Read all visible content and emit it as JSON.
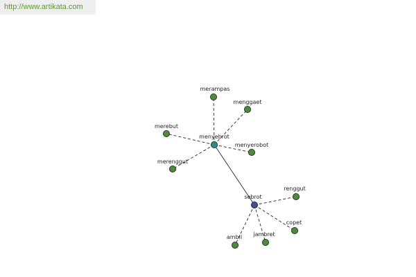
{
  "site": {
    "url": "http://www.artikata.com"
  },
  "colors": {
    "hub_primary": "#2e8b8b",
    "hub_secondary": "#3e4f9a",
    "leaf": "#4b8b3b",
    "edge": "#222222",
    "watermark_text": "#5a9a2e",
    "watermark_bg": "#efefef"
  },
  "nodes": [
    {
      "id": "menyebrot",
      "label": "menyebrot",
      "role": "hub"
    },
    {
      "id": "sebrot",
      "label": "sebrot",
      "role": "hub2"
    },
    {
      "id": "merampas",
      "label": "merampas",
      "role": "leaf"
    },
    {
      "id": "menggaet",
      "label": "menggaet",
      "role": "leaf"
    },
    {
      "id": "merebut",
      "label": "merebut",
      "role": "leaf"
    },
    {
      "id": "menyerobot",
      "label": "menyerobot",
      "role": "leaf"
    },
    {
      "id": "merenggut",
      "label": "merenggut",
      "role": "leaf"
    },
    {
      "id": "renggut",
      "label": "renggut",
      "role": "leaf"
    },
    {
      "id": "copet",
      "label": "copet",
      "role": "leaf"
    },
    {
      "id": "jambret",
      "label": "jambret",
      "role": "leaf"
    },
    {
      "id": "ambil",
      "label": "ambil",
      "role": "leaf"
    }
  ],
  "edges": [
    {
      "from": "menyebrot",
      "to": "sebrot",
      "style": "solid"
    },
    {
      "from": "menyebrot",
      "to": "merampas",
      "style": "dashed"
    },
    {
      "from": "menyebrot",
      "to": "menggaet",
      "style": "dashed"
    },
    {
      "from": "menyebrot",
      "to": "merebut",
      "style": "dashed"
    },
    {
      "from": "menyebrot",
      "to": "menyerobot",
      "style": "dashed"
    },
    {
      "from": "menyebrot",
      "to": "merenggut",
      "style": "dashed"
    },
    {
      "from": "sebrot",
      "to": "renggut",
      "style": "dashed"
    },
    {
      "from": "sebrot",
      "to": "copet",
      "style": "dashed"
    },
    {
      "from": "sebrot",
      "to": "jambret",
      "style": "dashed"
    },
    {
      "from": "sebrot",
      "to": "ambil",
      "style": "dashed"
    }
  ]
}
